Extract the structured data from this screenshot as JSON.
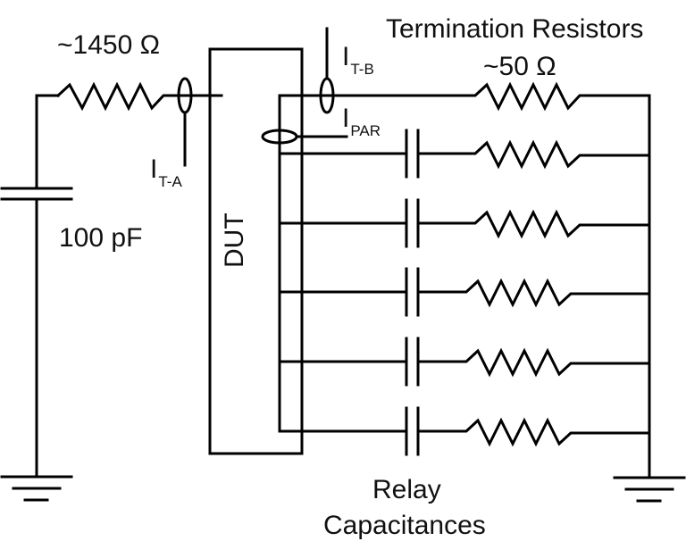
{
  "diagram": {
    "type": "circuit-schematic",
    "labels": {
      "source_resistor": "~1450 Ω",
      "source_capacitor": "100 pF",
      "dut": "DUT",
      "termination_title": "Termination Resistors",
      "termination_value": "~50 Ω",
      "relay_caps_line1": "Relay",
      "relay_caps_line2": "Capacitances"
    },
    "current_probes": [
      {
        "id": "ita",
        "main": "I",
        "sub": "T-A"
      },
      {
        "id": "itb",
        "main": "I",
        "sub": "T-B"
      },
      {
        "id": "ipar",
        "main": "I",
        "sub": "PAR"
      }
    ],
    "components": {
      "source_capacitor": {
        "value": "100 pF"
      },
      "source_resistor": {
        "value": "~1450 Ω"
      },
      "termination_resistors": {
        "count": 6,
        "value": "~50 Ω"
      },
      "relay_capacitors": {
        "count": 5
      }
    },
    "colors": {
      "wire": "#000000",
      "background": "#ffffff"
    }
  }
}
